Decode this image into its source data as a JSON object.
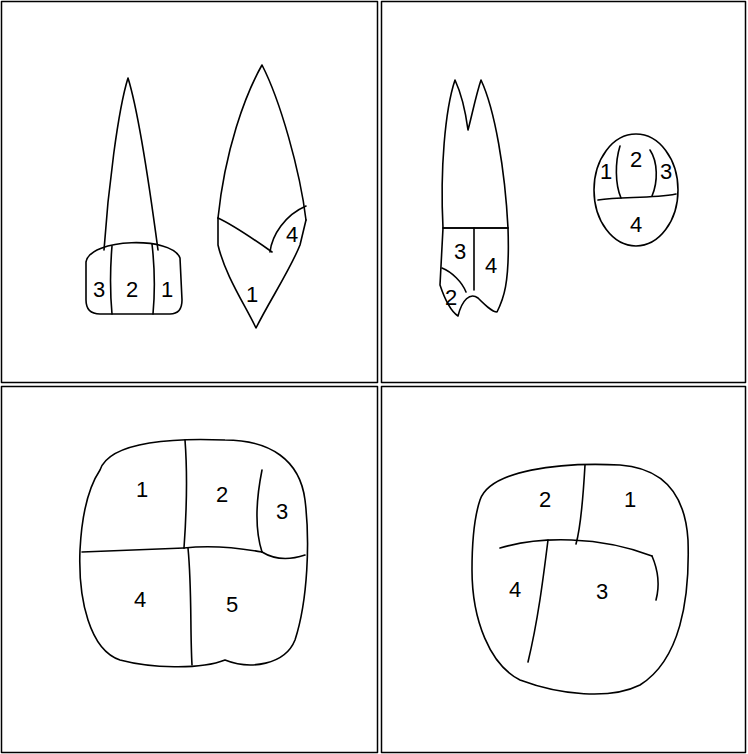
{
  "diagram": {
    "labels": [
      "3",
      "2",
      "1",
      "4",
      "1",
      "3",
      "4",
      "2",
      "1",
      "2",
      "3",
      "4",
      "1",
      "2",
      "3",
      "4",
      "5",
      "2",
      "1",
      "4",
      "3"
    ]
  }
}
